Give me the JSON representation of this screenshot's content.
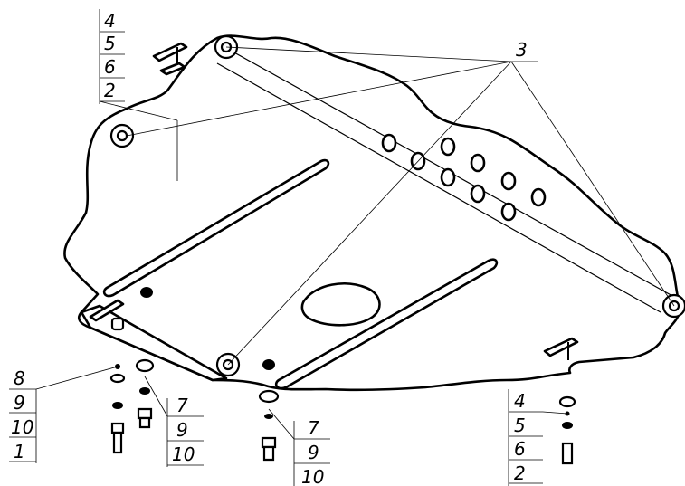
{
  "callouts": {
    "top_left_stack": [
      "4",
      "5",
      "6",
      "2"
    ],
    "pointer_main": "3",
    "bottom_left_stack": [
      "8",
      "9",
      "10",
      "1"
    ],
    "bottom_mid_left_stack": [
      "7",
      "9",
      "10"
    ],
    "bottom_mid_stack": [
      "7",
      "9",
      "10"
    ],
    "bottom_right_stack": [
      "4",
      "5",
      "6",
      "2"
    ]
  }
}
